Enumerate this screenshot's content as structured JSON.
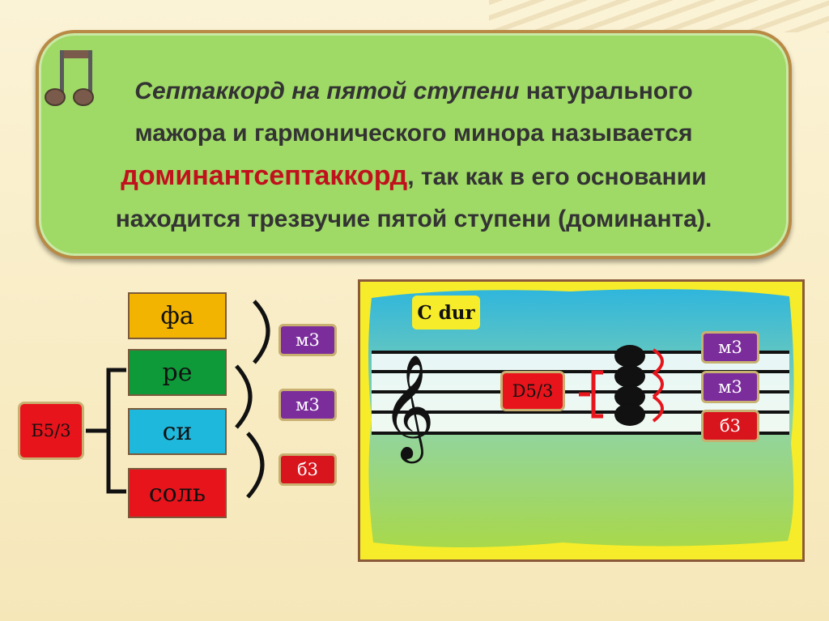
{
  "definition": {
    "italic_lead": "Септаккорд на пятой ступени",
    "line1_rest": "натурального",
    "line2": "мажора и гармонического минора называется",
    "highlight": "доминантсептаккорд",
    "line3_rest": ", так как в его основании",
    "line4": "находится трезвучие пятой ступени (доминанта)."
  },
  "chord_notes": {
    "fa": "фа",
    "re": "ре",
    "si": "си",
    "sol": "соль"
  },
  "chord_label": "Б5/3",
  "left_intervals": [
    "м3",
    "м3",
    "б3"
  ],
  "staff": {
    "key_label": "C dur",
    "triad_label": "D5/3",
    "intervals": [
      "м3",
      "м3",
      "б3"
    ]
  },
  "colors": {
    "fa": "#f2b400",
    "re": "#0f9a3a",
    "si": "#1fb8dd",
    "sol": "#e8141c",
    "purple": "#7b2d9c",
    "red": "#d8141c",
    "text_box": "#9fd966"
  }
}
